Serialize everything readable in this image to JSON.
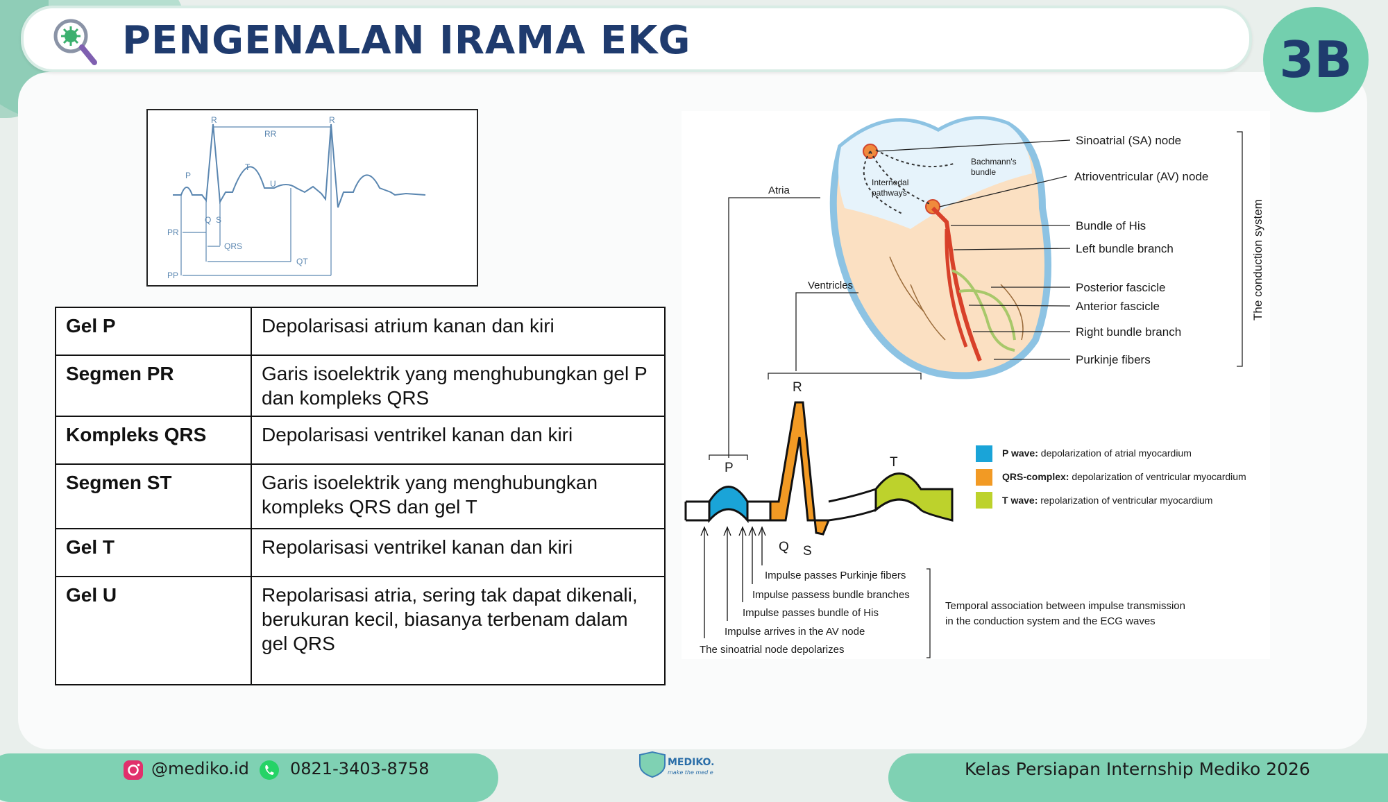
{
  "header": {
    "title": "PENGENALAN IRAMA EKG",
    "badge": "3B"
  },
  "ecg_figure": {
    "labels": {
      "r1": "R",
      "r2": "R",
      "rr": "RR",
      "p": "P",
      "t": "T",
      "u": "U",
      "q": "Q",
      "s": "S",
      "pr": "PR",
      "qrs": "QRS",
      "qt": "QT",
      "pp": "PP"
    }
  },
  "table": {
    "rows": [
      {
        "key": "Gel P",
        "value": "Depolarisasi atrium kanan dan kiri"
      },
      {
        "key": "Segmen PR",
        "value": "Garis isoelektrik yang menghubungkan gel P dan kompleks QRS"
      },
      {
        "key": "Kompleks QRS",
        "value": "Depolarisasi ventrikel kanan dan kiri"
      },
      {
        "key": "Segmen ST",
        "value": "Garis isoelektrik yang menghubungkan kompleks QRS dan gel T"
      },
      {
        "key": "Gel T",
        "value": "Repolarisasi ventrikel kanan dan kiri"
      },
      {
        "key": "Gel U",
        "value": "Repolarisasi atria, sering tak dapat dikenali, berukuran kecil, biasanya terbenam dalam gel QRS"
      }
    ]
  },
  "conduction_diagram": {
    "heart_labels": [
      "Sinoatrial (SA) node",
      "Atrioventricular (AV) node",
      "Bundle of His",
      "Left bundle branch",
      "Posterior fascicle",
      "Anterior fascicle",
      "Right bundle branch",
      "Purkinje fibers"
    ],
    "inner_labels": {
      "bachmann_1": "Bachmann's",
      "bachmann_2": "bundle",
      "internodal_1": "Internodal",
      "internodal_2": "pathways"
    },
    "system_label": "The conduction system",
    "atria": "Atria",
    "ventricles": "Ventricles",
    "wave_labels": {
      "p": "P",
      "q": "Q",
      "r": "R",
      "s": "S",
      "t": "T"
    },
    "legend": [
      {
        "bold": "P wave:",
        "text": "depolarization of atrial myocardium",
        "color": "#1aa4d8"
      },
      {
        "bold": "QRS-complex:",
        "text": "depolarization of ventricular myocardium",
        "color": "#f29a24"
      },
      {
        "bold": "T wave:",
        "text": "repolarization of ventricular myocardium",
        "color": "#bdd22c"
      }
    ],
    "impulses": [
      "Impulse passes Purkinje fibers",
      "Impulse passess bundle branches",
      "Impulse passes bundle of His",
      "Impulse arrives in the AV node",
      "The sinoatrial node depolarizes"
    ],
    "temporal_1": "Temporal association between impulse transmission",
    "temporal_2": "in the conduction system and the ECG waves"
  },
  "footer": {
    "instagram": "@mediko.id",
    "phone": "0821-3403-8758",
    "logo": "MEDIKO.ID",
    "logo_tagline": "make the med easy!",
    "right_text": "Kelas Persiapan Internship Mediko 2026"
  }
}
